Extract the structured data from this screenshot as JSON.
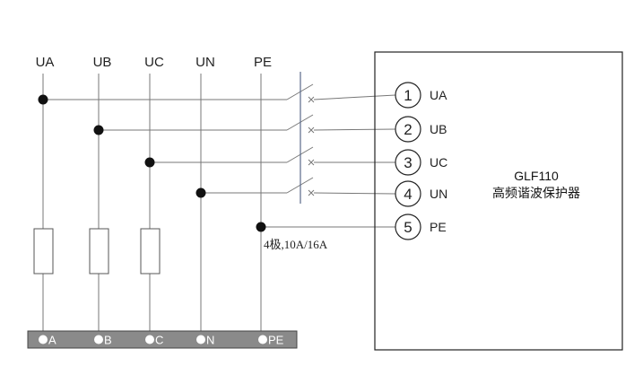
{
  "phases": [
    {
      "label": "UA",
      "bus_label": "A",
      "terminal": "1",
      "terminal_label": "UA"
    },
    {
      "label": "UB",
      "bus_label": "B",
      "terminal": "2",
      "terminal_label": "UB"
    },
    {
      "label": "UC",
      "bus_label": "C",
      "terminal": "3",
      "terminal_label": "UC"
    },
    {
      "label": "UN",
      "bus_label": "N",
      "terminal": "4",
      "terminal_label": "UN"
    },
    {
      "label": "PE",
      "bus_label": "PE",
      "terminal": "5",
      "terminal_label": "PE"
    }
  ],
  "breaker_label": "4极,10A/16A",
  "device": {
    "model": "GLF110",
    "name": "高频谐波保护器"
  },
  "colors": {
    "bus_bar": "#8a8a8a",
    "line": "#777777",
    "switch_link": "#5a6a8a"
  }
}
